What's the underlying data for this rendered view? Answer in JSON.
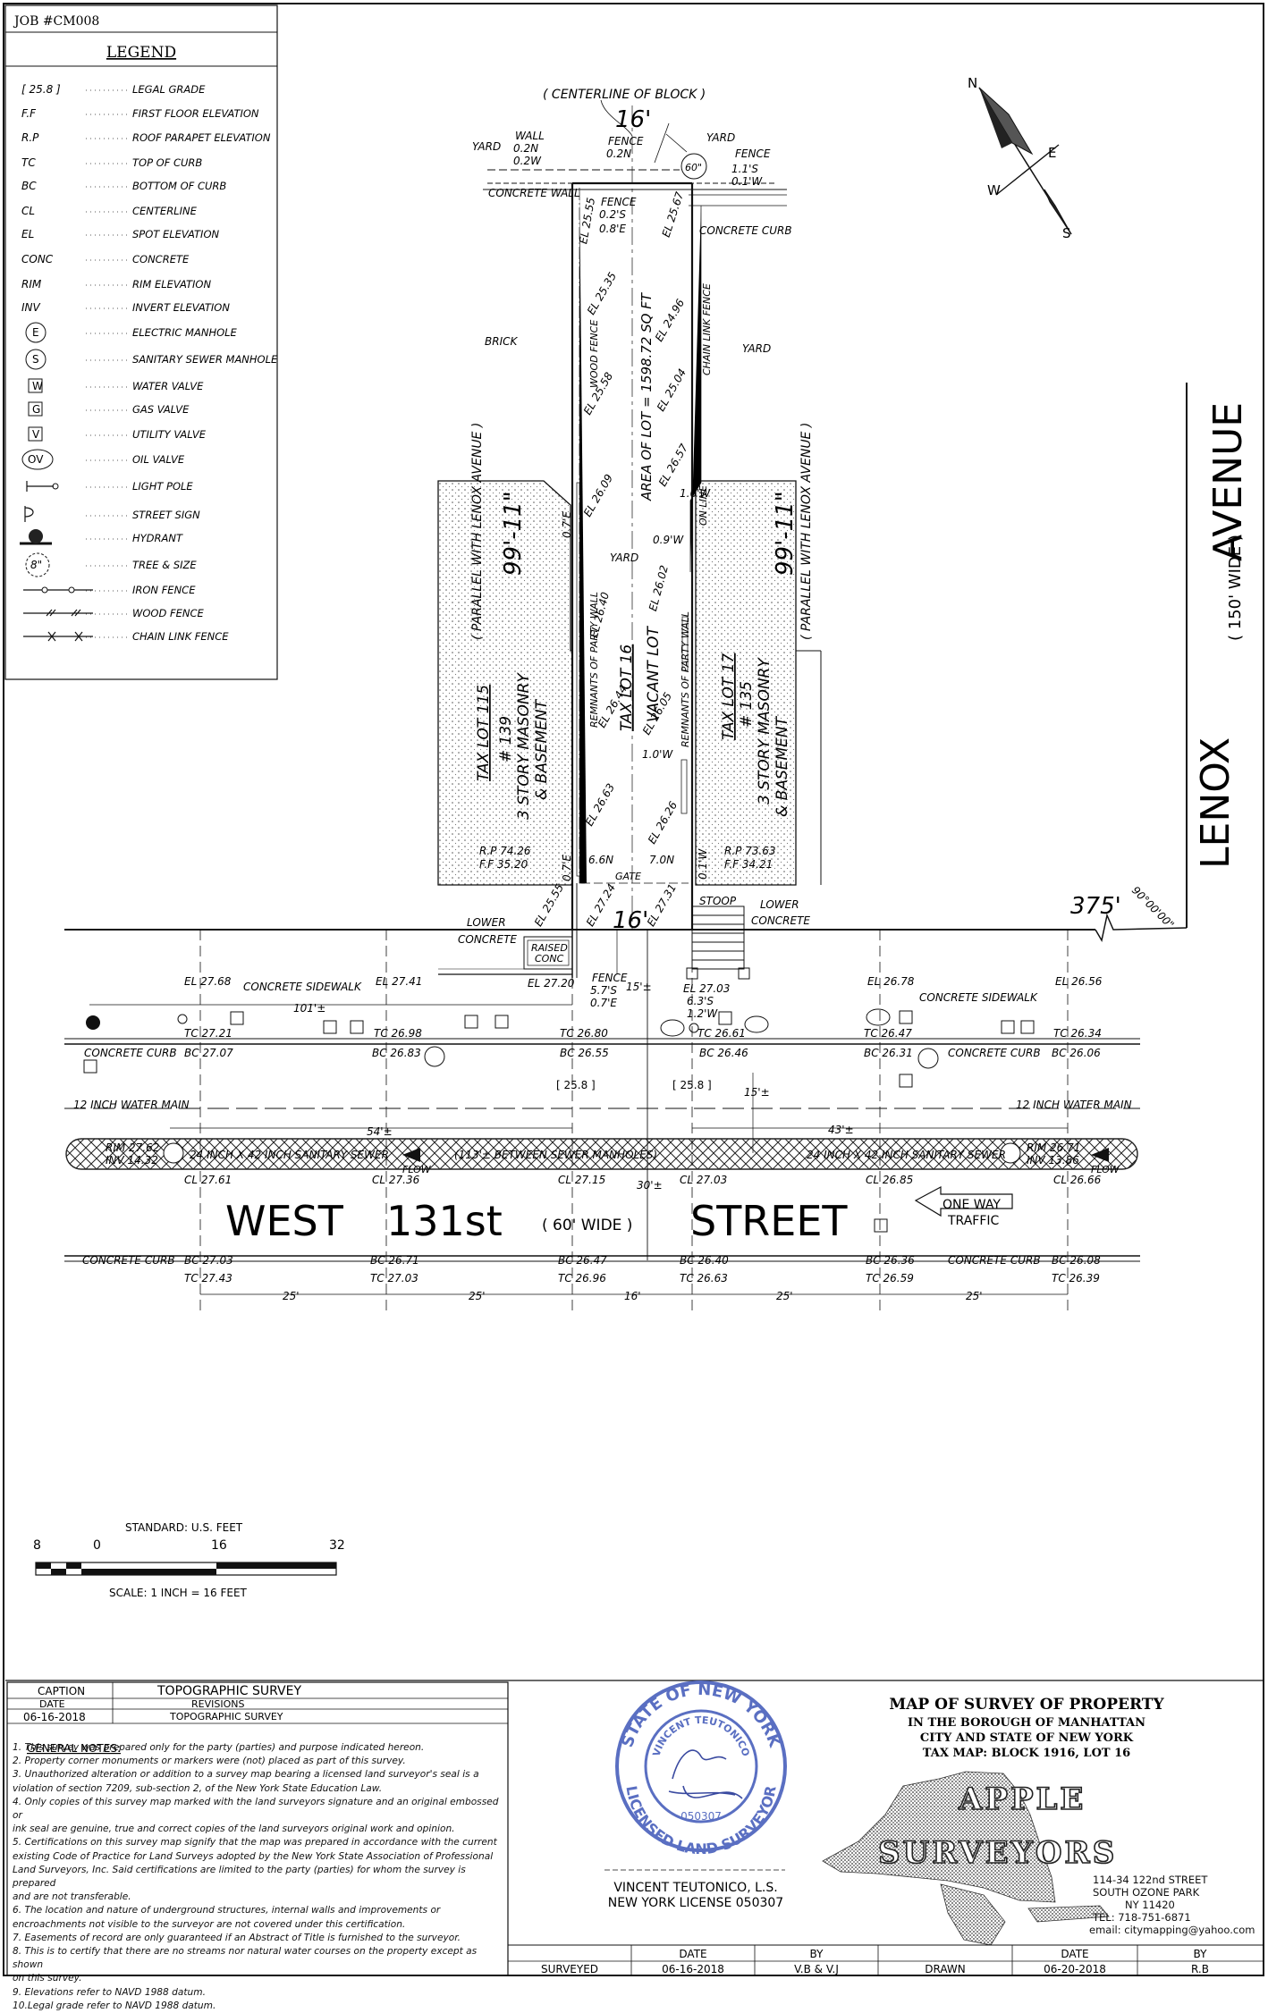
{
  "job": "JOB #CM008",
  "legend": {
    "title": "LEGEND",
    "items": [
      {
        "sym": "[ 25.8 ]",
        "label": "LEGAL GRADE"
      },
      {
        "sym": "F.F",
        "label": "FIRST FLOOR ELEVATION"
      },
      {
        "sym": "R.P",
        "label": "ROOF PARAPET ELEVATION"
      },
      {
        "sym": "TC",
        "label": "TOP OF CURB"
      },
      {
        "sym": "BC",
        "label": "BOTTOM OF CURB"
      },
      {
        "sym": "CL",
        "label": "CENTERLINE"
      },
      {
        "sym": "EL",
        "label": "SPOT ELEVATION"
      },
      {
        "sym": "CONC",
        "label": "CONCRETE"
      },
      {
        "sym": "RIM",
        "label": "RIM ELEVATION"
      },
      {
        "sym": "INV",
        "label": "INVERT ELEVATION"
      },
      {
        "sym": "E",
        "label": "ELECTRIC MANHOLE"
      },
      {
        "sym": "S",
        "label": "SANITARY SEWER MANHOLE"
      },
      {
        "sym": "W",
        "label": "WATER VALVE"
      },
      {
        "sym": "G",
        "label": "GAS VALVE"
      },
      {
        "sym": "V",
        "label": "UTILITY VALVE"
      },
      {
        "sym": "OV",
        "label": "OIL VALVE"
      },
      {
        "sym": "",
        "label": "LIGHT POLE"
      },
      {
        "sym": "",
        "label": "STREET SIGN"
      },
      {
        "sym": "",
        "label": "HYDRANT"
      },
      {
        "sym": "8\"",
        "label": "TREE & SIZE"
      },
      {
        "sym": "",
        "label": "IRON FENCE"
      },
      {
        "sym": "",
        "label": "WOOD FENCE"
      },
      {
        "sym": "",
        "label": "CHAIN LINK FENCE"
      }
    ]
  },
  "north": {
    "n": "N",
    "e": "E",
    "s": "S",
    "w": "W"
  },
  "streets": {
    "avenue_a": "LENOX",
    "avenue_b": "AVENUE",
    "avenue_width": "( 150' WIDE )",
    "street_a": "WEST",
    "street_b": "131st",
    "street_width": "( 60' WIDE )",
    "street_c": "STREET",
    "one_way": "ONE WAY",
    "traffic": "TRAFFIC"
  },
  "site": {
    "centerline_of_block": "( CENTERLINE OF BLOCK )",
    "width_top": "16'",
    "width_bottom": "16'",
    "corner_dist": "375'",
    "angle": "90°00'00\"",
    "area": "AREA OF LOT = 1598.72 SQ FT",
    "lot16_a": "TAX  LOT 16",
    "lot16_b": "VACANT LOT",
    "lot115_a": "TAX LOT 115",
    "lot115_b": "# 139",
    "lot115_c": "3 STORY MASONRY",
    "lot115_d": "& BASEMENT",
    "lot17_a": "TAX  LOT 17",
    "lot17_b": "# 135",
    "lot17_c": "3 STORY MASONRY",
    "lot17_d": "& BASEMENT",
    "depth_left": "99'-11\"",
    "depth_right": "99'-11\"",
    "parallel_left": "( PARALLEL WITH LENOX AVENUE )",
    "parallel_right": "( PARALLEL WITH LENOX AVENUE )",
    "rp_left": "R.P 74.26",
    "ff_left": "F.F 35.20",
    "rp_right": "R.P 73.63",
    "ff_right": "F.F 34.21",
    "wood_fence": "WOOD FENCE",
    "chain_link_fence": "CHAIN LINK FENCE",
    "on_line": "ON LINE",
    "party_wall_left": "REMNANTS OF PARTY WALL",
    "party_wall_right": "REMNANTS OF PARTY WALL",
    "stoop": "STOOP",
    "gate": "GATE",
    "raised_a": "RAISED",
    "raised_b": "CONC",
    "lower_left_a": "LOWER",
    "lower_left_b": "CONCRETE",
    "lower_right_a": "LOWER",
    "lower_right_b": "CONCRETE",
    "yard_left": "YARD",
    "yard_right": "YARD",
    "yard_mid": "YARD",
    "yard_right2": "YARD",
    "brick": "BRICK",
    "wall": "WALL",
    "wall_n": "0.2N",
    "wall_w": "0.2W",
    "fence_top": "FENCE",
    "fence_top_n": "0.2N",
    "fence_right": "FENCE",
    "fence_right_s": "1.1'S",
    "fence_right_w": "0.1'W",
    "fence_inner": "FENCE",
    "fence_inner_s": "0.2'S",
    "fence_inner_e": "0.8'E",
    "tree_60": "60\"",
    "concrete_wall": "CONCRETE WALL",
    "concrete_curb_top": "CONCRETE CURB",
    "el_2555_top": "EL 25.55",
    "el_2567": "EL 25.67",
    "el_2535": "EL 25.35",
    "el_2496": "EL 24.96",
    "el_2558": "EL 25.58",
    "el_2504": "EL 25.04",
    "el_2657": "EL 26.57",
    "el_2609": "EL 26.09",
    "el_2602": "EL 26.02",
    "el_2640": "EL 26.40",
    "el_2644": "EL 26.44",
    "el_2605": "EL 26.05",
    "el_2663": "EL 26.63",
    "el_2626": "EL 26.26",
    "el_2724": "EL 27.24",
    "el_2731": "EL 27.31",
    "el_2555_bot": "EL 25.55",
    "off_07e_a": "0.7'E",
    "off_07e_b": "0.7'E",
    "off_16w": "1.6'W",
    "off_09w": "0.9'W",
    "off_10w": "1.0'W",
    "off_66n": "6.6N",
    "off_70n": "7.0N",
    "off_01w": "0.1'W"
  },
  "sidewalk": {
    "sidewalk_left": "CONCRETE SIDEWALK",
    "sidewalk_right": "CONCRETE SIDEWALK",
    "el_2768": "EL 27.68",
    "el_2741": "EL 27.41",
    "el_2720": "EL 27.20",
    "el_2703": "EL 27.03",
    "el_2678": "EL 26.78",
    "el_2656": "EL 26.56",
    "fence": "FENCE",
    "fence_s": "5.7'S",
    "fence_e": "0.7'E",
    "off_63s": "6.3'S",
    "off_12w": "1.2'W",
    "dist_101": "101'±",
    "dist_15a": "15'±",
    "dist_15b": "15'±",
    "tc_2721": "TC 27.21",
    "tc_2698": "TC 26.98",
    "tc_2680": "TC 26.80",
    "tc_2661": "TC 26.61",
    "tc_2647": "TC 26.47",
    "tc_2634": "TC 26.34",
    "curb_left": "CONCRETE CURB",
    "curb_right": "CONCRETE CURB",
    "bc_2707": "BC 27.07",
    "bc_2683": "BC 26.83",
    "bc_2655": "BC 26.55",
    "bc_2646": "BC 26.46",
    "bc_2631": "BC 26.31",
    "bc_2606": "BC 26.06",
    "legal_a": "[ 25.8 ]",
    "legal_b": "[ 25.8 ]"
  },
  "roadway": {
    "water_left": "12 INCH WATER MAIN",
    "water_right": "12 INCH WATER MAIN",
    "dist_54": "54'±",
    "dist_43": "43'±",
    "dist_30": "30'±",
    "rim_left": "RIM 27.62",
    "inv_left": "INV 14.32",
    "rim_right": "RIM 26.71",
    "inv_right": "INV 13.86",
    "sewer_left": "24 INCH X 42 INCH SANITARY SEWER",
    "sewer_right": "24 INCH X 42 INCH SANITARY SEWER",
    "between": "(113'± BETWEEN SEWER MANHOLES)",
    "flow_a": "FLOW",
    "flow_b": "FLOW",
    "cl_2761": "CL 27.61",
    "cl_2736": "CL 27.36",
    "cl_2715": "CL 27.15",
    "cl_2703": "CL 27.03",
    "cl_2685": "CL 26.85",
    "cl_2666": "CL 26.66",
    "curb_left": "CONCRETE CURB",
    "curb_right": "CONCRETE CURB",
    "bc_2703": "BC 27.03",
    "bc_2671": "BC 26.71",
    "bc_2647": "BC 26.47",
    "bc_2640": "BC 26.40",
    "bc_2636": "BC 26.36",
    "bc_2608": "BC 26.08",
    "tc_2743": "TC 27.43",
    "tc_2703": "TC 27.03",
    "tc_2696": "TC 26.96",
    "tc_2663": "TC 26.63",
    "tc_2659": "TC 26.59",
    "tc_2639": "TC 26.39",
    "d1": "25'",
    "d2": "25'",
    "d3": "16'",
    "d4": "25'",
    "d5": "25'"
  },
  "scale": {
    "standard": "STANDARD:  U.S.  FEET",
    "t8": "8",
    "t0": "0",
    "t16": "16",
    "t32": "32",
    "caption": "SCALE: 1 INCH = 16 FEET"
  },
  "title_block": {
    "caption_label": "CAPTION",
    "caption_value": "TOPOGRAPHIC SURVEY",
    "date_label": "DATE",
    "revisions_label": "REVISIONS",
    "rev_date": "06-16-2018",
    "rev_value": "TOPOGRAPHIC  SURVEY",
    "general_notes": "GENERAL NOTES:",
    "notes": [
      "1. This survey was prepared only for the party (parties) and purpose indicated hereon.",
      "2. Property corner monuments or markers were (not) placed as part of this survey.",
      "3. Unauthorized alteration or addition to a survey map bearing a licensed land surveyor's seal is a",
      "violation of section 7209, sub-section 2, of the New York State Education Law.",
      "4. Only copies of this survey map marked with the land surveyors signature and an original embossed or",
      "ink seal are genuine, true and correct copies of the land surveyors original work and opinion.",
      "5. Certifications on this survey map signify that the map was prepared in accordance with the current",
      "existing Code of Practice for Land Surveys adopted by the New York State Association of Professional",
      "Land Surveyors, Inc. Said certifications are limited to the party (parties) for whom the survey is prepared",
      "and are not transferable.",
      "6. The location and nature of underground structures, internal walls and improvements or",
      "encroachments not visible to the surveyor are not covered under this certification.",
      "7. Easements of record are only guaranteed if an Abstract of Title is furnished to the surveyor.",
      "8. This is to certify that there are no streams nor natural water courses on the property except as shown",
      "on this survey.",
      "9. Elevations refer to NAVD 1988 datum.",
      "10.Legal grade refer to NAVD 1988 datum."
    ],
    "seal_outer_top": "STATE OF NEW YORK",
    "seal_inner": "VINCENT TEUTONICO",
    "seal_number": "050307",
    "seal_outer_bottom": "LICENSED LAND SURVEYOR",
    "surveyor_name": "VINCENT TEUTONICO, L.S.",
    "surveyor_license": "NEW YORK LICENSE 050307",
    "map_title": "MAP OF SURVEY OF PROPERTY",
    "map_line1": "IN THE BOROUGH OF MANHATTAN",
    "map_line2": "CITY AND STATE OF NEW YORK",
    "map_line3": "TAX MAP: BLOCK 1916, LOT 16",
    "brand_a": "APPLE",
    "brand_b": "SURVEYORS",
    "address": [
      "114-34 122nd STREET",
      "SOUTH OZONE PARK",
      "NY 11420",
      "TEL: 718-751-6871",
      "email: citymapping@yahoo.com"
    ],
    "hdr_date_a": "DATE",
    "hdr_by_a": "BY",
    "hdr_date_b": "DATE",
    "hdr_by_b": "BY",
    "surveyed_label": "SURVEYED",
    "surveyed_date": "06-16-2018",
    "surveyed_by": "V.B & V.J",
    "drawn_label": "DRAWN",
    "drawn_date": "06-20-2018",
    "drawn_by": "R.B"
  },
  "colors": {
    "ink": "#111111",
    "seal": "#5a6fc2",
    "brand": "#222222"
  }
}
